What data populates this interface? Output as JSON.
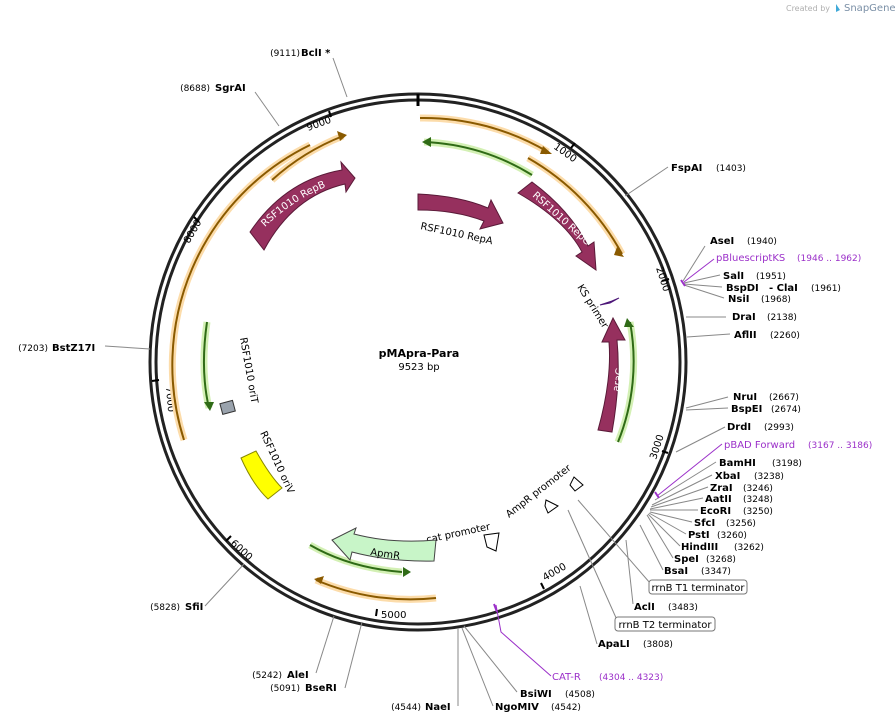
{
  "branding": {
    "created_by": "Created by",
    "product": "SnapGene"
  },
  "plasmid": {
    "name": "pMApra-Para",
    "length": "9523 bp"
  },
  "ticks": [
    "1000",
    "2000",
    "3000",
    "4000",
    "5000",
    "6000",
    "7000",
    "8000",
    "9000"
  ],
  "sites": [
    {
      "name": "BclI *",
      "pos": "(9111)"
    },
    {
      "name": "SgrAI",
      "pos": "(8688)"
    },
    {
      "name": "FspAI",
      "pos": "(1403)"
    },
    {
      "name": "AseI",
      "pos": "(1940)"
    },
    {
      "name": "SalI",
      "pos": "(1951)"
    },
    {
      "name": "BspDI",
      "pos": ""
    },
    {
      "name": "- ClaI",
      "pos": "(1961)"
    },
    {
      "name": "NsiI",
      "pos": "(1968)"
    },
    {
      "name": "DraI",
      "pos": "(2138)"
    },
    {
      "name": "AflII",
      "pos": "(2260)"
    },
    {
      "name": "BstZ17I",
      "pos": "(7203)"
    },
    {
      "name": "NruI",
      "pos": "(2667)"
    },
    {
      "name": "BspEI",
      "pos": "(2674)"
    },
    {
      "name": "DrdI",
      "pos": "(2993)"
    },
    {
      "name": "BamHI",
      "pos": "(3198)"
    },
    {
      "name": "XbaI",
      "pos": "(3238)"
    },
    {
      "name": "ZraI",
      "pos": "(3246)"
    },
    {
      "name": "AatII",
      "pos": "(3248)"
    },
    {
      "name": "EcoRI",
      "pos": "(3250)"
    },
    {
      "name": "SfcI",
      "pos": "(3256)"
    },
    {
      "name": "PstI",
      "pos": "(3260)"
    },
    {
      "name": "HindIII",
      "pos": "(3262)"
    },
    {
      "name": "SpeI",
      "pos": "(3268)"
    },
    {
      "name": "BsaI",
      "pos": "(3347)"
    },
    {
      "name": "AclI",
      "pos": "(3483)"
    },
    {
      "name": "ApaLI",
      "pos": "(3808)"
    },
    {
      "name": "SfiI",
      "pos": "(5828)"
    },
    {
      "name": "AleI",
      "pos": "(5242)"
    },
    {
      "name": "BseRI",
      "pos": "(5091)"
    },
    {
      "name": "NaeI",
      "pos": "(4544)"
    },
    {
      "name": "BsiWI",
      "pos": "(4508)"
    },
    {
      "name": "NgoMIV",
      "pos": "(4542)"
    }
  ],
  "primers": [
    {
      "name": "pBluescriptKS",
      "pos": "(1946 .. 1962)"
    },
    {
      "name": "pBAD Forward",
      "pos": "(3167 .. 3186)"
    },
    {
      "name": "CAT-R",
      "pos": "(4304 .. 4323)"
    }
  ],
  "terminators": [
    "rrnB T1 terminator",
    "rrnB T2 terminator"
  ],
  "features": {
    "repB": "RSF1010 RepB",
    "repA": "RSF1010 RepA",
    "repC": "RSF1010 RepC",
    "ks_primer": "KS primer",
    "araC": "araC",
    "orit": "RSF1010 oriT",
    "oriv": "RSF1010 oriV",
    "ampr_promoter": "AmpR promoter",
    "cat_promoter": "cat promoter",
    "apmr": "ApmR"
  },
  "colors": {
    "backbone": "#222222",
    "feature_magenta": "#96305e",
    "orf_green": "#7ec43a",
    "orf_orange": "#f5b85a",
    "primer_purple": "#9b30c9",
    "oriv_yellow": "#ffff00",
    "orit_gray": "#9aa3ad",
    "apmr_green": "#c8f5c8"
  }
}
